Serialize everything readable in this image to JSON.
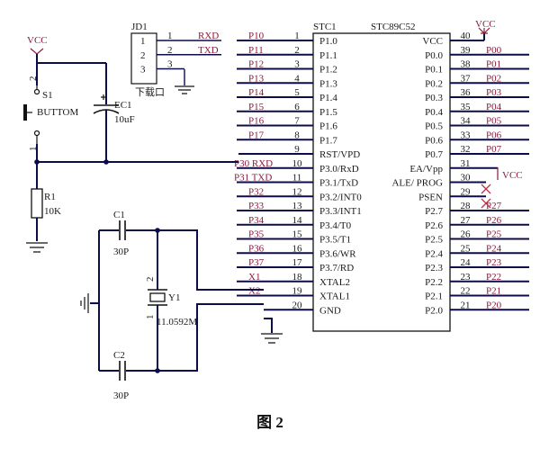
{
  "figure_caption": "图 2",
  "mcu": {
    "ref": "STC1",
    "part": "STC89C52",
    "left_pins": [
      {
        "num": "1",
        "name": "P1.0",
        "net": "P10"
      },
      {
        "num": "2",
        "name": "P1.1",
        "net": "P11"
      },
      {
        "num": "3",
        "name": "P1.2",
        "net": "P12"
      },
      {
        "num": "4",
        "name": "P1.3",
        "net": "P13"
      },
      {
        "num": "5",
        "name": "P1.4",
        "net": "P14"
      },
      {
        "num": "6",
        "name": "P1.5",
        "net": "P15"
      },
      {
        "num": "7",
        "name": "P1.6",
        "net": "P16"
      },
      {
        "num": "8",
        "name": "P1.7",
        "net": "P17"
      },
      {
        "num": "9",
        "name": "RST/VPD",
        "net": ""
      },
      {
        "num": "10",
        "name": "P3.0/RxD",
        "net": "P30 RXD"
      },
      {
        "num": "11",
        "name": "P3.1/TxD",
        "net": "P31 TXD"
      },
      {
        "num": "12",
        "name": "P3.2/INT0",
        "net": "P32"
      },
      {
        "num": "13",
        "name": "P3.3/INT1",
        "net": "P33"
      },
      {
        "num": "14",
        "name": "P3.4/T0",
        "net": "P34"
      },
      {
        "num": "15",
        "name": "P3.5/T1",
        "net": "P35"
      },
      {
        "num": "16",
        "name": "P3.6/WR",
        "net": "P36"
      },
      {
        "num": "17",
        "name": "P3.7/RD",
        "net": "P37"
      },
      {
        "num": "18",
        "name": "XTAL2",
        "net": "X1"
      },
      {
        "num": "19",
        "name": "XTAL1",
        "net": "X2"
      },
      {
        "num": "20",
        "name": "GND",
        "net": ""
      }
    ],
    "right_pins": [
      {
        "num": "40",
        "name": "VCC",
        "net": "VCC"
      },
      {
        "num": "39",
        "name": "P0.0",
        "net": "P00"
      },
      {
        "num": "38",
        "name": "P0.1",
        "net": "P01"
      },
      {
        "num": "37",
        "name": "P0.2",
        "net": "P02"
      },
      {
        "num": "36",
        "name": "P0.3",
        "net": "P03"
      },
      {
        "num": "35",
        "name": "P0.4",
        "net": "P04"
      },
      {
        "num": "34",
        "name": "P0.5",
        "net": "P05"
      },
      {
        "num": "33",
        "name": "P0.6",
        "net": "P06"
      },
      {
        "num": "32",
        "name": "P0.7",
        "net": "P07"
      },
      {
        "num": "31",
        "name": "EA/Vpp",
        "net": "VCC"
      },
      {
        "num": "30",
        "name": "ALE/ PROG",
        "net": ""
      },
      {
        "num": "29",
        "name": "PSEN",
        "net": ""
      },
      {
        "num": "28",
        "name": "P2.7",
        "net": "P27"
      },
      {
        "num": "27",
        "name": "P2.6",
        "net": "P26"
      },
      {
        "num": "26",
        "name": "P2.5",
        "net": "P25"
      },
      {
        "num": "25",
        "name": "P2.4",
        "net": "P24"
      },
      {
        "num": "24",
        "name": "P2.3",
        "net": "P23"
      },
      {
        "num": "23",
        "name": "P2.2",
        "net": "P22"
      },
      {
        "num": "22",
        "name": "P2.1",
        "net": "P21"
      },
      {
        "num": "21",
        "name": "P2.0",
        "net": "P20"
      }
    ]
  },
  "header_jd1": {
    "ref": "JD1",
    "label": "下载口",
    "pins": [
      {
        "num": "1",
        "pin_label": "1",
        "net": "RXD"
      },
      {
        "num": "2",
        "pin_label": "2",
        "net": "TXD"
      },
      {
        "num": "3",
        "pin_label": "3",
        "net": ""
      }
    ]
  },
  "reset": {
    "vcc_label": "VCC",
    "switch_ref": "S1",
    "switch_value": "BUTTOM",
    "switch_pin_top": "2",
    "switch_pin_bottom": "1",
    "cap_ref": "EC1",
    "cap_value": "10uF",
    "res_ref": "R1",
    "res_value": "10K"
  },
  "crystal": {
    "c1_ref": "C1",
    "c1_value": "30P",
    "c2_ref": "C2",
    "c2_value": "30P",
    "y_ref": "Y1",
    "y_value": "11.0592M",
    "y_pin_top": "2",
    "y_pin_bottom": "1"
  }
}
